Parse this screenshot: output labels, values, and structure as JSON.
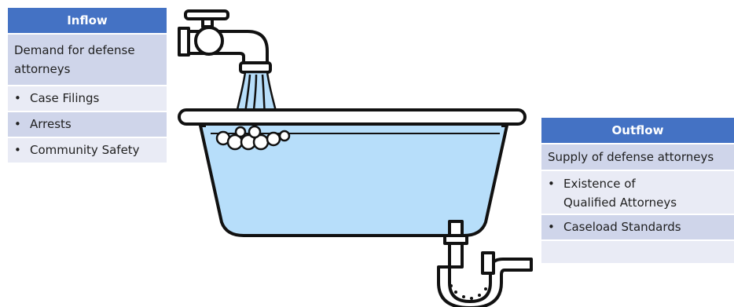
{
  "inflow": {
    "title": "Inflow",
    "description": "Demand for defense attorneys",
    "items": [
      "Case Filings",
      "Arrests",
      "Community Safety"
    ]
  },
  "outflow": {
    "title": "Outflow",
    "description": "Supply of defense attorneys",
    "items": [
      "Existence of Qualified Attorneys",
      "Caseload Standards",
      ""
    ]
  },
  "colors": {
    "header": "#4472c4",
    "row_dark": "#cfd5ea",
    "row_light": "#e9ebf5",
    "water": "#b7defa",
    "outline": "#111111"
  },
  "icons": {
    "faucet": "faucet-icon",
    "bathtub": "bathtub-icon",
    "drain": "drain-pipe-icon"
  }
}
